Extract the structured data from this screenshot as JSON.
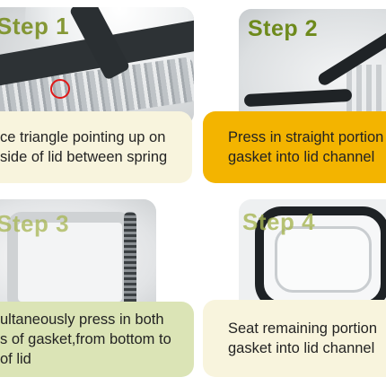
{
  "steps": [
    {
      "label": "Step 1",
      "caption": "ce triangle pointing up on\n side of lid between spring",
      "caption_bg": "#f8f4dd"
    },
    {
      "label": "Step 2",
      "caption": "Press in straight portion\ngasket into lid channel",
      "caption_bg": "#f3b400"
    },
    {
      "label": "Step 3",
      "caption": "ultaneously press in both\ns of gasket,from bottom to\nof lid",
      "caption_bg": "#dbe4b6"
    },
    {
      "label": "Step 4",
      "caption": "Seat remaining portion\ngasket into lid channel",
      "caption_bg": "#f8f4dd"
    }
  ],
  "colors": {
    "step_label_green": "#7a8f22",
    "highlight_ring": "#e01818",
    "gasket_black": "#1f2326"
  }
}
